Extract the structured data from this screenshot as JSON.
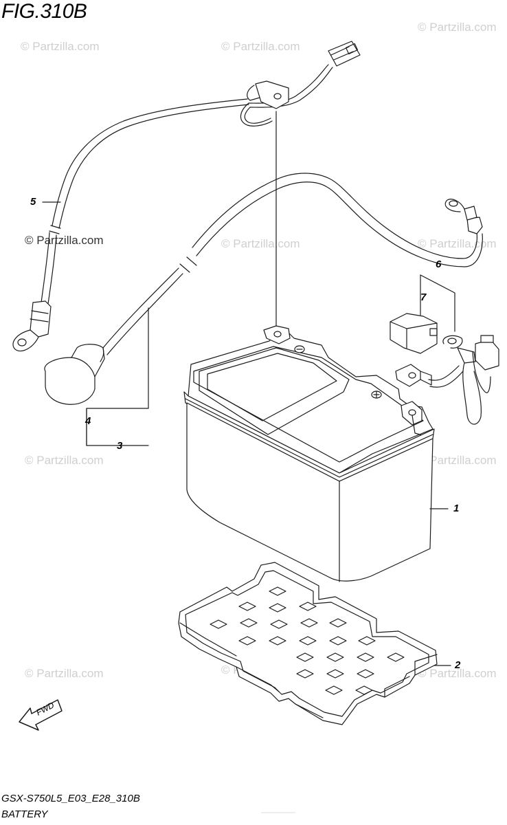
{
  "figure": {
    "title": "FIG.310B",
    "model_code": "GSX-S750L5_E03_E28_310B",
    "group_name": "BATTERY",
    "direction_label": "FWD"
  },
  "watermark": {
    "text": "© Partzilla.com"
  },
  "callouts": [
    {
      "id": "1",
      "label": "1"
    },
    {
      "id": "2",
      "label": "2"
    },
    {
      "id": "3",
      "label": "3"
    },
    {
      "id": "4",
      "label": "4"
    },
    {
      "id": "5",
      "label": "5"
    },
    {
      "id": "6",
      "label": "6"
    },
    {
      "id": "7",
      "label": "7"
    }
  ],
  "colors": {
    "line": "#1a1a1a",
    "watermark": "#cfcfcf",
    "background": "#ffffff"
  }
}
